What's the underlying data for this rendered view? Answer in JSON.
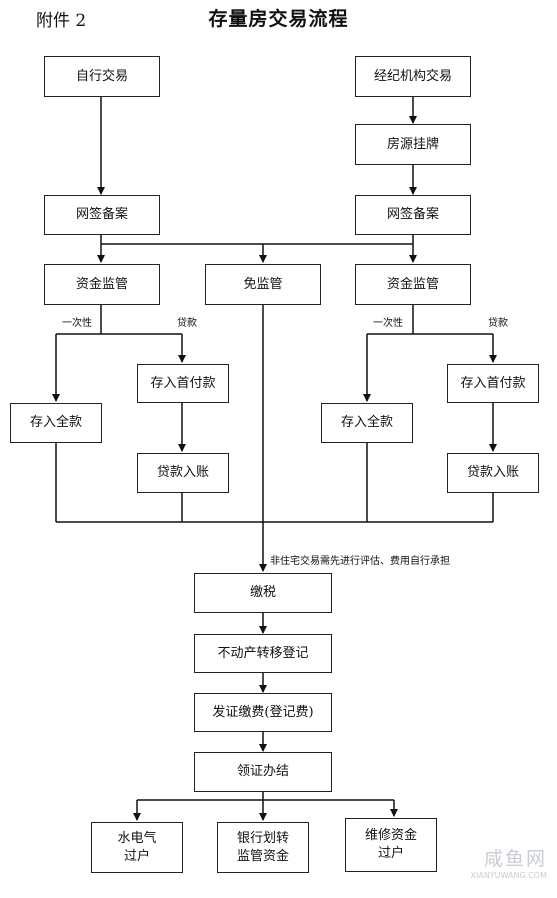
{
  "header": {
    "annex": "附件 2",
    "title": "存量房交易流程"
  },
  "nodes": {
    "self_trade": "自行交易",
    "agency_trade": "经纪机构交易",
    "listing": "房源挂牌",
    "filing_left": "网签备案",
    "filing_right": "网签备案",
    "fund_sup_left": "资金监管",
    "exempt_sup": "免监管",
    "fund_sup_right": "资金监管",
    "down_pay_left": "存入首付款",
    "full_left": "存入全款",
    "loan_left": "贷款入账",
    "down_pay_right": "存入首付款",
    "full_right": "存入全款",
    "loan_right": "贷款入账",
    "tax": "缴税",
    "transfer_reg": "不动产转移登记",
    "cert_fee": "发证缴费(登记费)",
    "receive_cert": "领证办结",
    "utilities": [
      "水电气",
      "过户"
    ],
    "bank_transfer": [
      "银行划转",
      "监管资金"
    ],
    "maintenance_fund": [
      "维修资金",
      "过户"
    ]
  },
  "labels": {
    "lump_left": "一次性",
    "loan_left": "贷款",
    "lump_right": "一次性",
    "loan_right": "贷款",
    "note": "非住宅交易需先进行评估、费用自行承担"
  },
  "watermark": {
    "main": "咸鱼网",
    "sub": "XIANYUWANG.COM"
  }
}
